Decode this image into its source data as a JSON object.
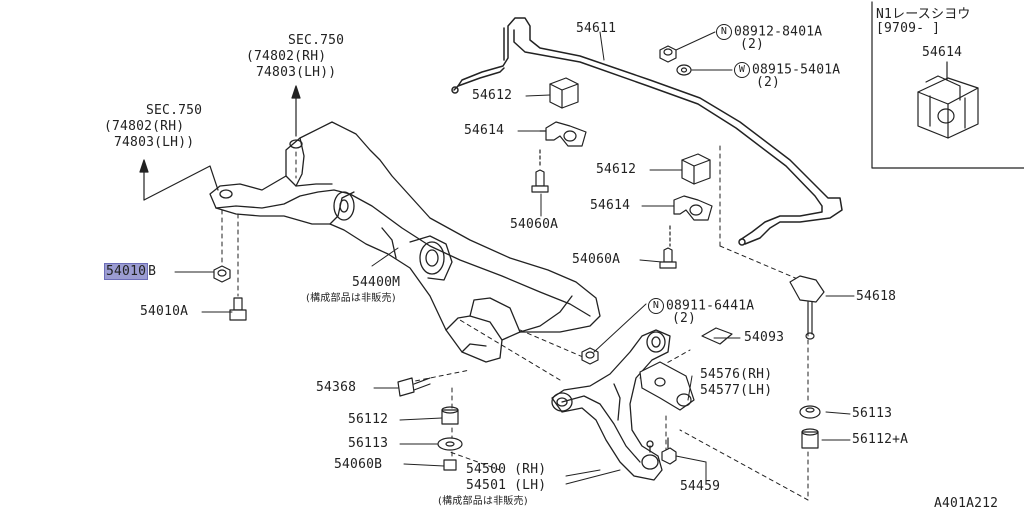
{
  "diagram_id": "A401A212",
  "inset": {
    "title": "N1レースシヨウ",
    "date": "[9709-     ]",
    "part": "54614"
  },
  "sec_refs": [
    {
      "sec": "SEC.750",
      "rh": "(74802(RH)",
      "lh": "74803(LH))"
    },
    {
      "sec": "SEC.750",
      "rh": "(74802(RH)",
      "lh": "74803(LH))"
    }
  ],
  "parts": {
    "p54611": "54611",
    "p08912": "08912-8401A",
    "p08912_qty": "(2)",
    "p08915": "08915-5401A",
    "p08915_qty": "(2)",
    "p54612a": "54612",
    "p54614a": "54614",
    "p54612b": "54612",
    "p54614b": "54614",
    "p54060A_1": "54060A",
    "p54060A_2": "54060A",
    "p54010B": "54010",
    "p54010B_suffix": "B",
    "p54010A": "54010A",
    "p54400M": "54400M",
    "p54400M_note": "(構成部品は非販売)",
    "p08911": "08911-6441A",
    "p08911_qty": "(2)",
    "p54093": "54093",
    "p54618": "54618",
    "p54576": "54576(RH)",
    "p54577": "54577(LH)",
    "p54368": "54368",
    "p56112": "56112",
    "p56113": "56113",
    "p54060B": "54060B",
    "p54500": "54500 (RH)",
    "p54501": "54501 (LH)",
    "p5450x_note": "(構成部品は非販売)",
    "p54459": "54459",
    "p56113b": "56113",
    "p56112A": "56112+A"
  },
  "symbols": {
    "n": "N",
    "w": "W"
  },
  "highlight_color": "#9b9cd2"
}
